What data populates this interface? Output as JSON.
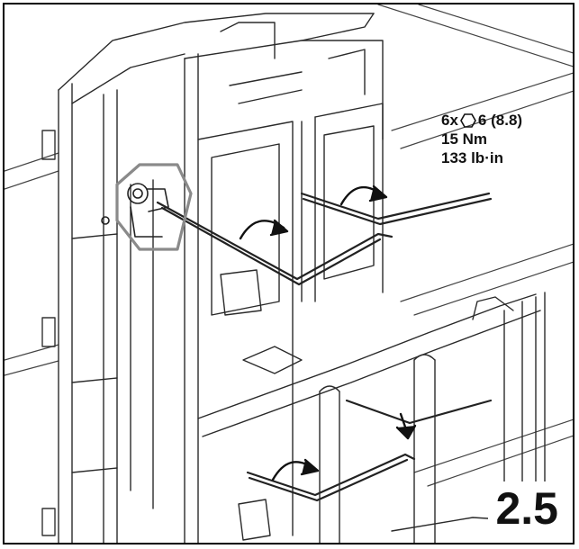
{
  "spec": {
    "count": "6x",
    "hex_size": "6 (8.8)",
    "torque_nm": "15 Nm",
    "torque_lbin": "133 lb·in",
    "hex_icon": "hexagon-icon"
  },
  "step_number": "2.5",
  "colors": {
    "line": "#2a2a2a",
    "highlight": "#8a8a8a",
    "grid": "#cfcfcf"
  }
}
